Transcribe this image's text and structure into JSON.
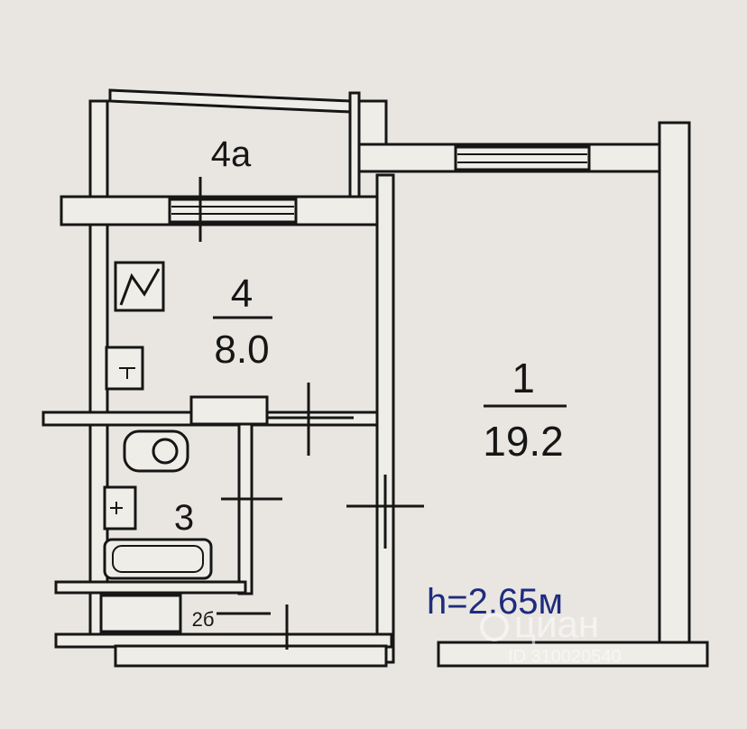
{
  "rooms": {
    "balcony": {
      "number": "4а"
    },
    "kitchen": {
      "number": "4",
      "area": "8.0"
    },
    "living": {
      "number": "1",
      "area": "19.2"
    },
    "bathroom": {
      "number": "3"
    },
    "hall": {
      "number": "2б"
    }
  },
  "ceiling_height": "h=2.65м",
  "watermark": {
    "brand": "циан",
    "id": "ID 310020540"
  },
  "colors": {
    "background": "#e9e6e1",
    "wall": "#161616",
    "wall_fill": "#efede8",
    "accent": "#1e2c7e"
  }
}
